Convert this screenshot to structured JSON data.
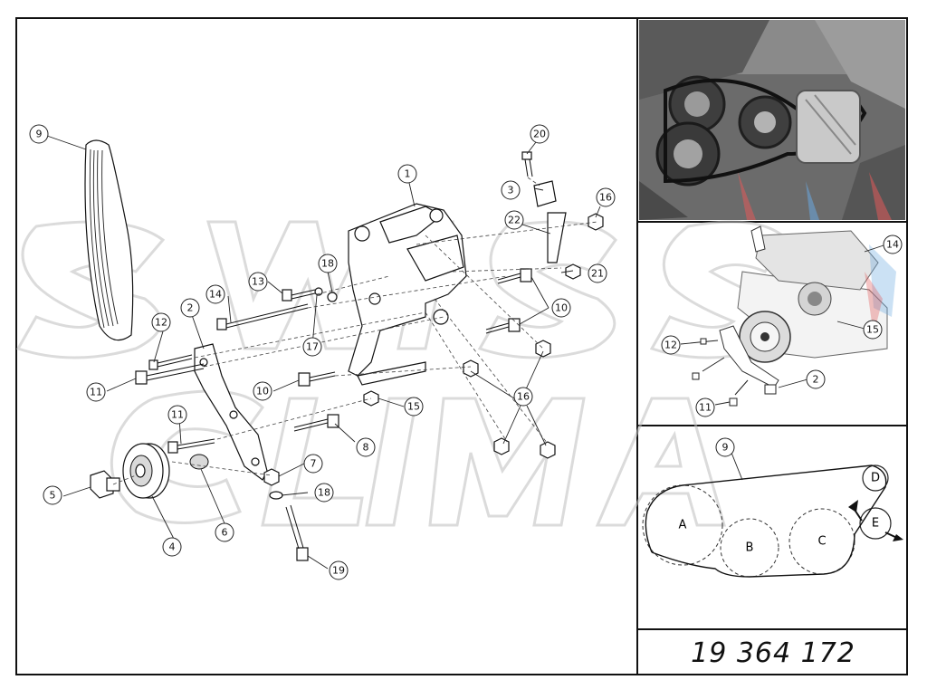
{
  "diagram": {
    "part_number": "19 364 172",
    "main_callouts": [
      "1",
      "2",
      "3",
      "4",
      "5",
      "6",
      "7",
      "8",
      "9",
      "10",
      "10",
      "11",
      "11",
      "12",
      "13",
      "14",
      "15",
      "16",
      "16",
      "17",
      "18",
      "18",
      "19",
      "20",
      "21",
      "22"
    ],
    "detail_callouts": [
      "11",
      "12",
      "14",
      "15",
      "2"
    ],
    "belt_callout": "9",
    "pulleys": [
      "A",
      "B",
      "C",
      "D",
      "E"
    ],
    "watermark_text": "SWISS CLIMA"
  }
}
